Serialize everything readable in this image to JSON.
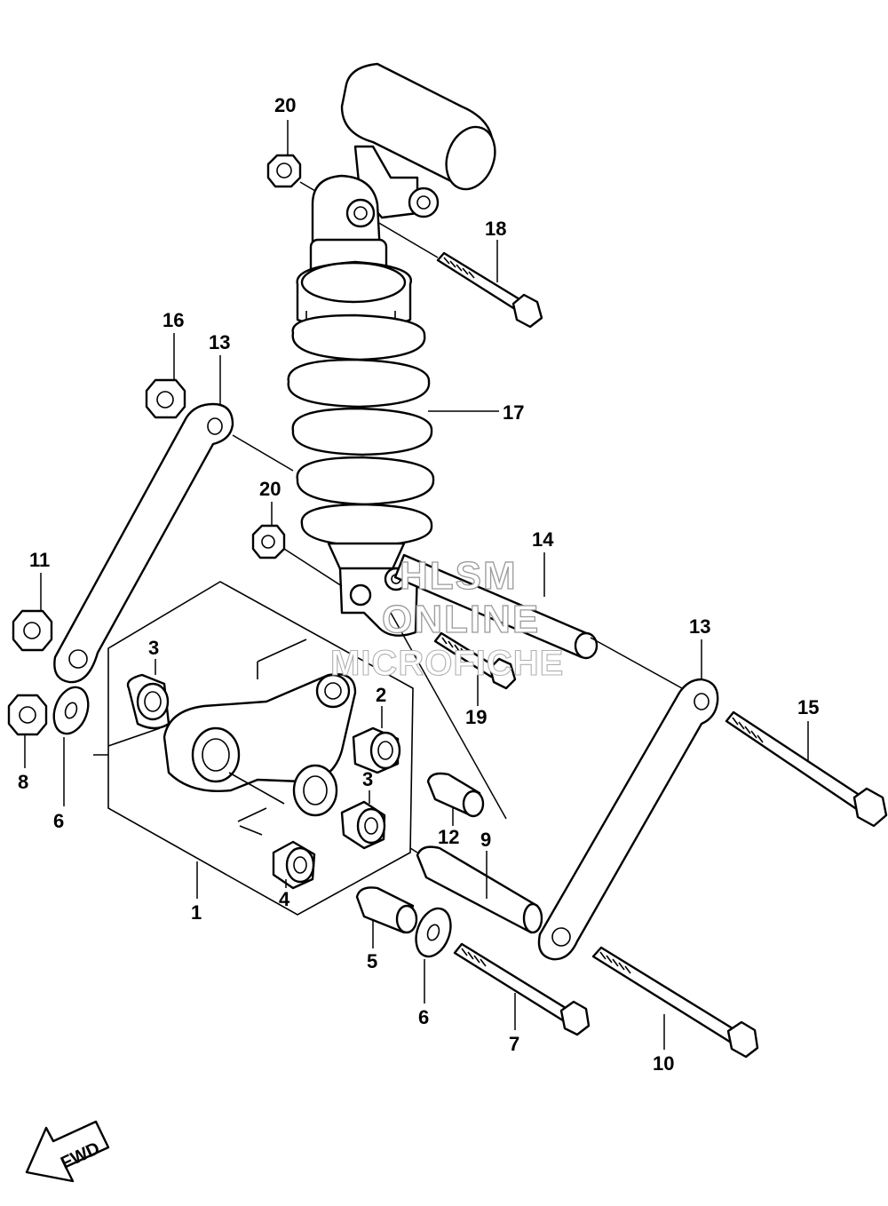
{
  "watermark": {
    "line1": "HLSM",
    "line2": "ONLINE",
    "line3": "MICROFICHE"
  },
  "fwd_label": "FWD",
  "callouts": {
    "c20a": "20",
    "c18": "18",
    "c16": "16",
    "c13a": "13",
    "c17": "17",
    "c20b": "20",
    "c14": "14",
    "c11": "11",
    "c13b": "13",
    "c3a": "3",
    "c2": "2",
    "c15": "15",
    "c19": "19",
    "c8": "8",
    "c6a": "6",
    "c3b": "3",
    "c12": "12",
    "c9": "9",
    "c1": "1",
    "c4": "4",
    "c5": "5",
    "c6b": "6",
    "c7": "7",
    "c10": "10"
  }
}
